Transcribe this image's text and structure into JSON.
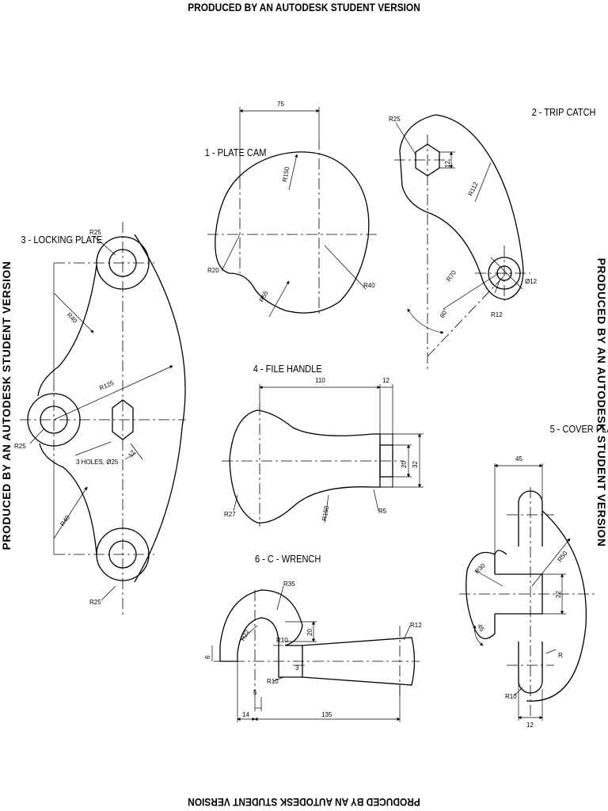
{
  "watermarks": {
    "top": "PRODUCED BY AN AUTODESK STUDENT VERSION",
    "bottom": "PRODUCED BY AN AUTODESK STUDENT VERSION",
    "left": "PRODUCED BY AN AUTODESK STUDENT VERSION",
    "right": "PRODUCED BY AN AUTODESK STUDENT VERSION"
  },
  "parts": {
    "plate_cam": {
      "title": "1 - PLATE CAM",
      "dims": {
        "width": "75",
        "r150": "R150",
        "r20": "R20",
        "r55": "R55",
        "r40": "R40"
      }
    },
    "trip_catch": {
      "title": "2 - TRIP CATCH",
      "dims": {
        "r25": "R25",
        "hex": "12",
        "r112": "R112",
        "r70": "R70",
        "dia12": "Ø12",
        "r12": "R12",
        "angle": "60°"
      }
    },
    "locking_plate": {
      "title": "3 - LOCKING PLATE",
      "dims": {
        "r25_top": "R25",
        "r40_top": "R40",
        "r125": "R125",
        "hex": "12",
        "holes": "3 HOLES, Ø25",
        "r25_left": "R25",
        "r40_bottom": "R40",
        "r25_bottom": "R25"
      }
    },
    "file_handle": {
      "title": "4 - FILE HANDLE",
      "dims": {
        "len": "110",
        "tip": "12",
        "d20": "20",
        "d32": "32",
        "r27": "R27",
        "r150": "R150",
        "r5": "R5"
      }
    },
    "cover_plate": {
      "title": "5 - COVER PLATE",
      "dims": {
        "w45": "45",
        "r50": "R50",
        "r30": "R30",
        "h22": "22",
        "a45": "45",
        "r": "R",
        "r10": "R10",
        "w12": "12"
      }
    },
    "c_wrench": {
      "title": "6 - C - WRENCH",
      "dims": {
        "r35": "R35",
        "r22": "R22",
        "r10a": "R10",
        "h20": "20",
        "t3": "3",
        "r12": "R12",
        "h6": "6",
        "r10b": "R10",
        "w5": "5",
        "w14": "14",
        "len135": "135"
      }
    }
  }
}
